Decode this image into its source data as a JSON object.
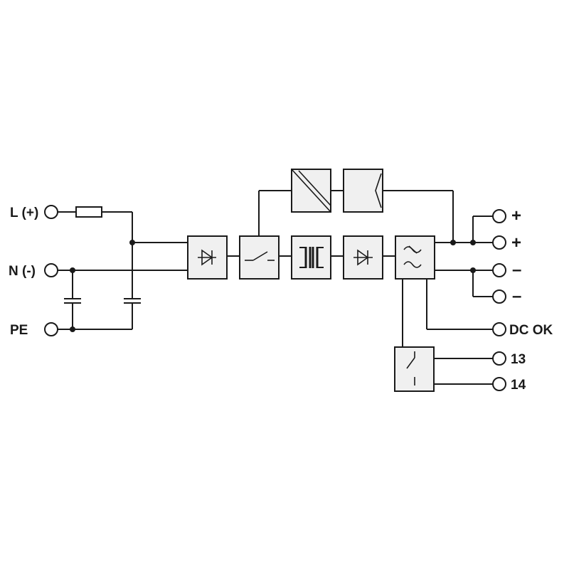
{
  "inputs": {
    "l": "L (+)",
    "n": "N (-)",
    "pe": "PE"
  },
  "outputs": {
    "plus1": "+",
    "plus2": "+",
    "minus1": "–",
    "minus2": "–",
    "dc_ok": "DC OK",
    "relay_13": "13",
    "relay_14": "14"
  }
}
